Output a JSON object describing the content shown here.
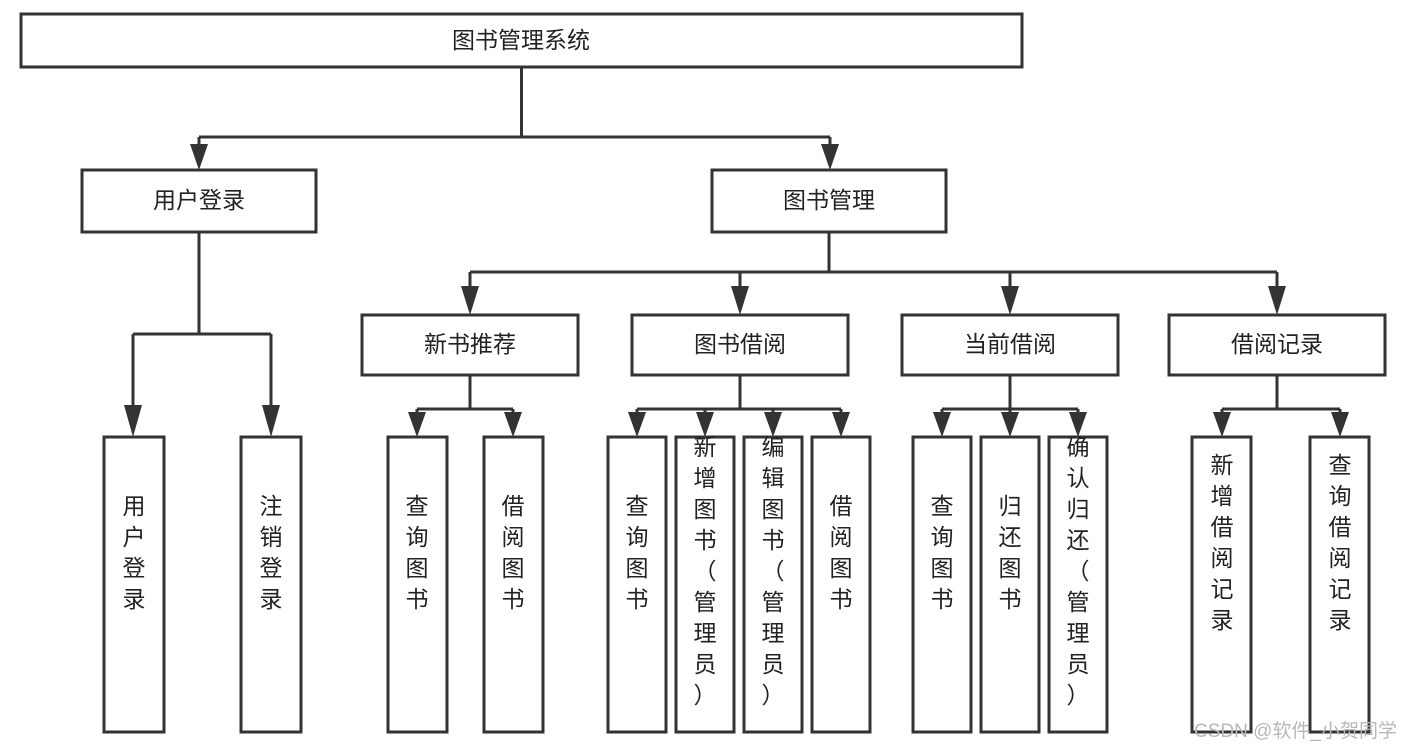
{
  "diagram": {
    "type": "tree-hierarchy",
    "title": "图书管理系统",
    "watermark": "CSDN @软件_小贺同学",
    "style": {
      "box_fill": "#ffffff",
      "box_stroke": "#333333",
      "text_color": "#222222",
      "background": "#ffffff",
      "watermark_color": "#b8b8b8"
    },
    "levels": {
      "level1": [
        "图书管理系统"
      ],
      "level2": [
        "用户登录",
        "图书管理"
      ],
      "level3": [
        "新书推荐",
        "图书借阅",
        "当前借阅",
        "借阅记录"
      ],
      "level4": [
        "用户登录",
        "注销登录",
        "查询图书",
        "借阅图书",
        "查询图书",
        "新增图书（管理员）",
        "编辑图书（管理员）",
        "借阅图书",
        "查询图书",
        "归还图书",
        "确认归还（管理员）",
        "新增借阅记录",
        "查询借阅记录"
      ]
    },
    "nodes": {
      "root": {
        "label": "图书管理系统"
      },
      "user_login": {
        "label": "用户登录"
      },
      "book_manage": {
        "label": "图书管理"
      },
      "new_book_rec": {
        "label": "新书推荐"
      },
      "book_borrow": {
        "label": "图书借阅"
      },
      "current_borrow": {
        "label": "当前借阅"
      },
      "borrow_record": {
        "label": "借阅记录"
      },
      "leaf_user_login": {
        "label": "用户登录"
      },
      "leaf_user_logout": {
        "label": "注销登录"
      },
      "leaf_query_book_1": {
        "label": "查询图书"
      },
      "leaf_borrow_book_1": {
        "label": "借阅图书"
      },
      "leaf_query_book_2": {
        "label": "查询图书"
      },
      "leaf_add_book": {
        "label": "新增图书（管理员）"
      },
      "leaf_edit_book": {
        "label": "编辑图书（管理员）"
      },
      "leaf_borrow_book_2": {
        "label": "借阅图书"
      },
      "leaf_query_book_3": {
        "label": "查询图书"
      },
      "leaf_return_book": {
        "label": "归还图书"
      },
      "leaf_confirm_return": {
        "label": "确认归还（管理员）"
      },
      "leaf_add_record": {
        "label": "新增借阅记录"
      },
      "leaf_query_record": {
        "label": "查询借阅记录"
      }
    },
    "edges": [
      {
        "from": "root",
        "to": "user_login"
      },
      {
        "from": "root",
        "to": "book_manage"
      },
      {
        "from": "user_login",
        "to": "leaf_user_login"
      },
      {
        "from": "user_login",
        "to": "leaf_user_logout"
      },
      {
        "from": "book_manage",
        "to": "new_book_rec"
      },
      {
        "from": "book_manage",
        "to": "book_borrow"
      },
      {
        "from": "book_manage",
        "to": "current_borrow"
      },
      {
        "from": "book_manage",
        "to": "borrow_record"
      },
      {
        "from": "new_book_rec",
        "to": "leaf_query_book_1"
      },
      {
        "from": "new_book_rec",
        "to": "leaf_borrow_book_1"
      },
      {
        "from": "book_borrow",
        "to": "leaf_query_book_2"
      },
      {
        "from": "book_borrow",
        "to": "leaf_add_book"
      },
      {
        "from": "book_borrow",
        "to": "leaf_edit_book"
      },
      {
        "from": "book_borrow",
        "to": "leaf_borrow_book_2"
      },
      {
        "from": "current_borrow",
        "to": "leaf_query_book_3"
      },
      {
        "from": "current_borrow",
        "to": "leaf_return_book"
      },
      {
        "from": "current_borrow",
        "to": "leaf_confirm_return"
      },
      {
        "from": "borrow_record",
        "to": "leaf_add_record"
      },
      {
        "from": "borrow_record",
        "to": "leaf_query_record"
      }
    ]
  }
}
